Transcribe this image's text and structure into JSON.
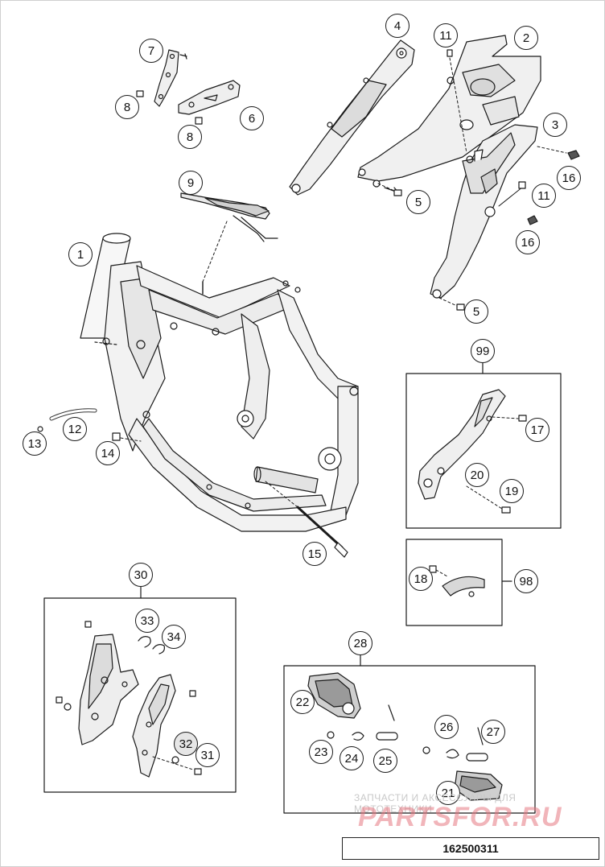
{
  "callouts": [
    "1",
    "2",
    "3",
    "4",
    "5",
    "5",
    "6",
    "7",
    "8",
    "8",
    "9",
    "11",
    "11",
    "12",
    "13",
    "14",
    "15",
    "16",
    "16",
    "17",
    "18",
    "19",
    "20",
    "21",
    "22",
    "23",
    "24",
    "25",
    "26",
    "27",
    "28",
    "30",
    "31",
    "32",
    "33",
    "34",
    "98",
    "99"
  ],
  "watermark": {
    "line1": "ЗАПЧАСТИ И АКСЕССУАРЫ ДЛЯ МОТОТЕХНИКИ",
    "line2": "PARTSFOR.RU"
  },
  "document_number": "162500311"
}
